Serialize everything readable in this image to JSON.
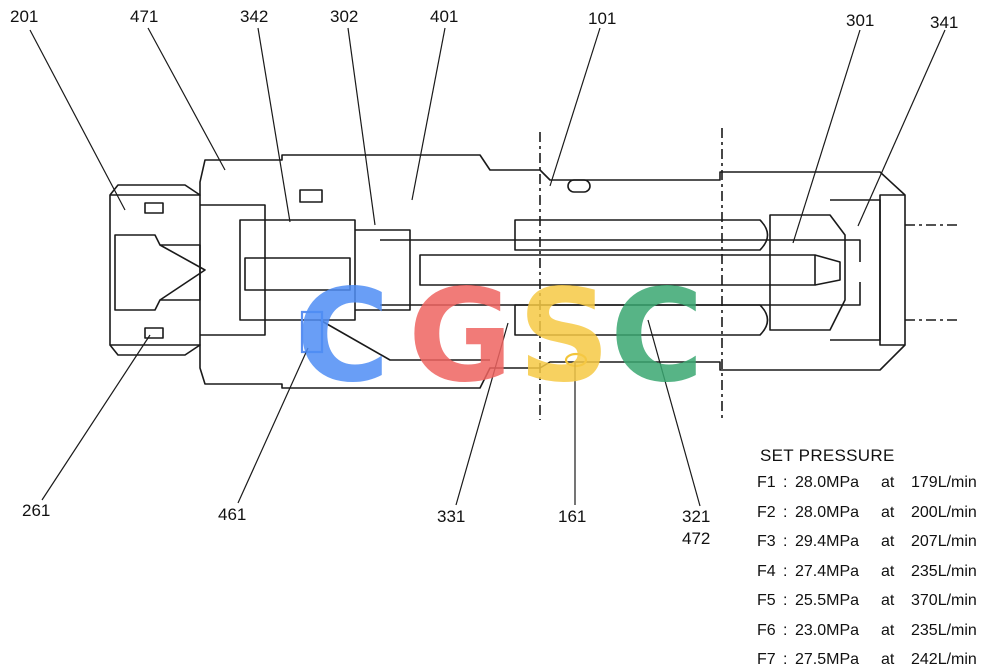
{
  "part_numbers": {
    "p201": "201",
    "p471": "471",
    "p342": "342",
    "p302": "302",
    "p401": "401",
    "p101": "101",
    "p301": "301",
    "p341": "341",
    "p261": "261",
    "p461": "461",
    "p331": "331",
    "p161": "161",
    "p321": "321",
    "p472": "472"
  },
  "set_pressure": {
    "title": "SET PRESSURE",
    "rows": [
      {
        "port": "F1",
        "sep": ":",
        "pressure": "28.0MPa",
        "at": "at",
        "flow": "179L/min"
      },
      {
        "port": "F2",
        "sep": ":",
        "pressure": "28.0MPa",
        "at": "at",
        "flow": "200L/min"
      },
      {
        "port": "F3",
        "sep": ":",
        "pressure": "29.4MPa",
        "at": "at",
        "flow": "207L/min"
      },
      {
        "port": "F4",
        "sep": ":",
        "pressure": "27.4MPa",
        "at": "at",
        "flow": "235L/min"
      },
      {
        "port": "F5",
        "sep": ":",
        "pressure": "25.5MPa",
        "at": "at",
        "flow": "370L/min"
      },
      {
        "port": "F6",
        "sep": ":",
        "pressure": "23.0MPa",
        "at": "at",
        "flow": "235L/min"
      },
      {
        "port": "F7",
        "sep": ":",
        "pressure": "27.5MPa",
        "at": "at",
        "flow": "242L/min"
      }
    ]
  },
  "watermark": {
    "letters": [
      "C",
      "G",
      "S",
      "C"
    ],
    "colors": [
      "#4f8ef5",
      "#ef6461",
      "#f6c945",
      "#3aa872"
    ]
  },
  "colors": {
    "line": "#1a1a1a",
    "highlight_blue": "#5b8ff0",
    "highlight_yellow": "#f2c53a"
  }
}
